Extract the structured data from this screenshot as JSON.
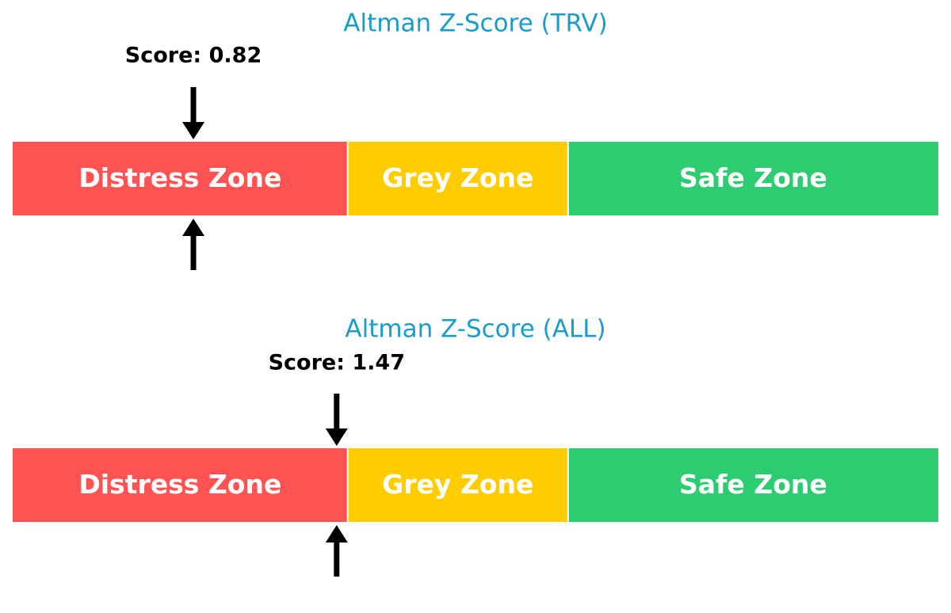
{
  "chart_data": [
    {
      "type": "bar",
      "title": "Altman Z-Score (TRV)",
      "score": 0.82,
      "score_label": "Score: 0.82",
      "range": [
        0,
        4.2
      ],
      "zones": [
        {
          "label": "Distress Zone",
          "from": 0,
          "to": 1.52,
          "color": "#ff5252"
        },
        {
          "label": "Grey Zone",
          "from": 1.52,
          "to": 2.52,
          "color": "#ffcc00"
        },
        {
          "label": "Safe Zone",
          "from": 2.52,
          "to": 4.2,
          "color": "#2ecc71"
        }
      ]
    },
    {
      "type": "bar",
      "title": "Altman Z-Score (ALL)",
      "score": 1.47,
      "score_label": "Score: 1.47",
      "range": [
        0,
        4.2
      ],
      "zones": [
        {
          "label": "Distress Zone",
          "from": 0,
          "to": 1.52,
          "color": "#ff5252"
        },
        {
          "label": "Grey Zone",
          "from": 1.52,
          "to": 2.52,
          "color": "#ffcc00"
        },
        {
          "label": "Safe Zone",
          "from": 2.52,
          "to": 4.2,
          "color": "#2ecc71"
        }
      ]
    }
  ],
  "colors": {
    "title": "#1a9ccc",
    "arrow": "#000000",
    "divider": "#ffffff"
  }
}
